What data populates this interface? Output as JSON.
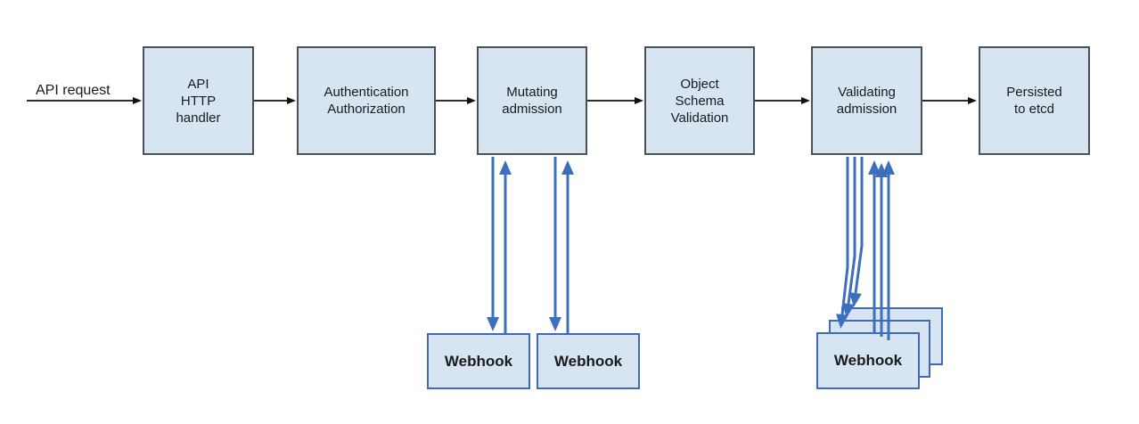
{
  "diagram": {
    "request_label": "API request",
    "stages": [
      {
        "name": "api-http-handler",
        "lines": [
          "API",
          "HTTP",
          "handler"
        ]
      },
      {
        "name": "authn-authz",
        "lines": [
          "Authentication",
          "Authorization"
        ]
      },
      {
        "name": "mutating-admission",
        "lines": [
          "Mutating",
          "admission"
        ]
      },
      {
        "name": "object-schema-validation",
        "lines": [
          "Object",
          "Schema",
          "Validation"
        ]
      },
      {
        "name": "validating-admission",
        "lines": [
          "Validating",
          "admission"
        ]
      },
      {
        "name": "persisted-to-etcd",
        "lines": [
          "Persisted",
          "to etcd"
        ]
      }
    ],
    "webhooks": {
      "mutating": [
        {
          "label": "Webhook"
        },
        {
          "label": "Webhook"
        }
      ],
      "validating": {
        "label": "Webhook",
        "stack_count": 3
      }
    },
    "colors": {
      "box_fill": "#d7e5f3",
      "box_border": "#4a5058",
      "webhook_border": "#3f6ab8",
      "arrow_blue": "#3d6fbf",
      "arrow_black": "#111111",
      "text": "#1a1a1a"
    }
  }
}
